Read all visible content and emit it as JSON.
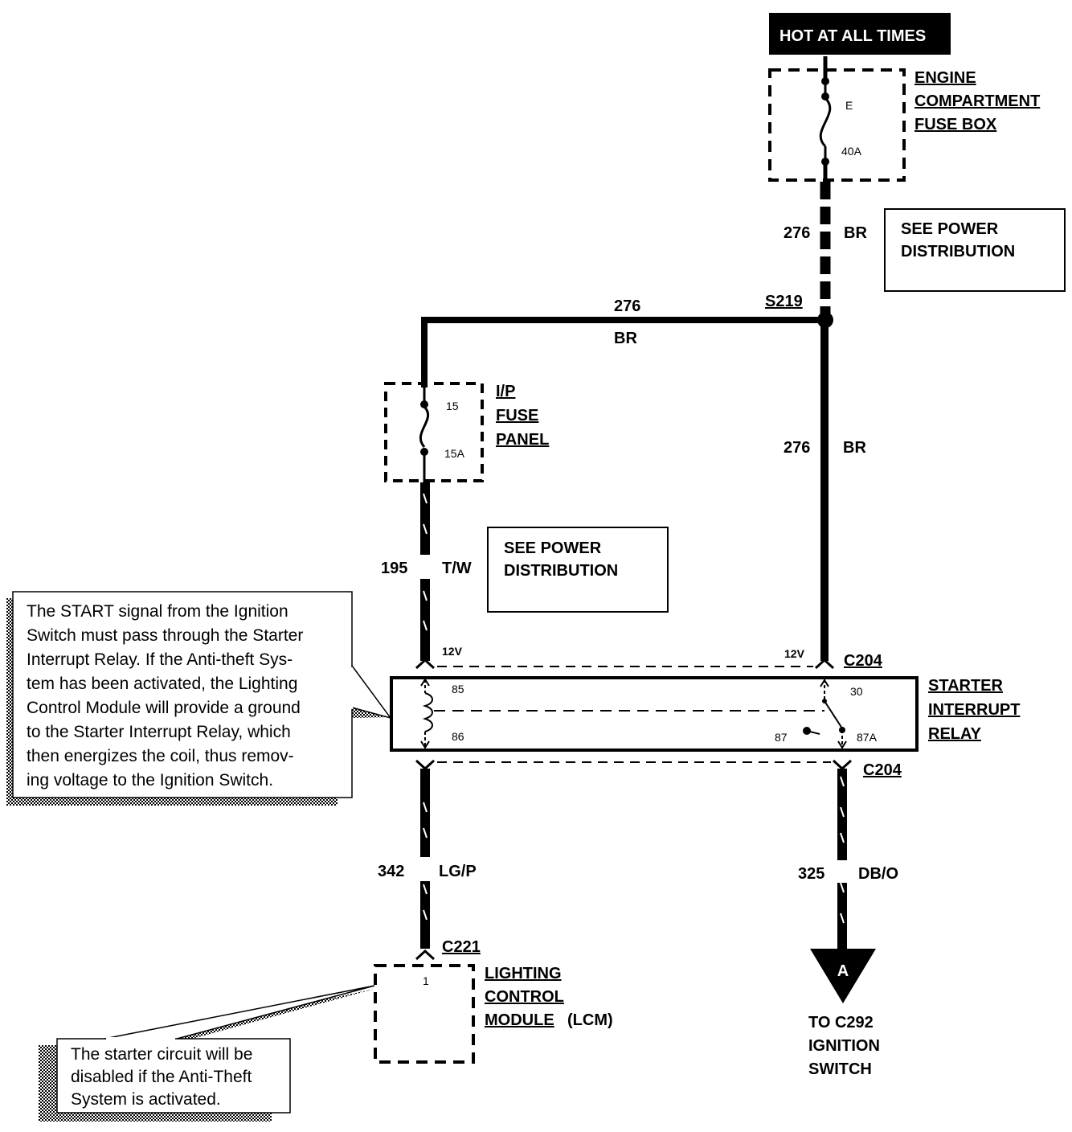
{
  "hot_banner": "HOT AT ALL TIMES",
  "engine_fuse_box": {
    "lines": [
      "ENGINE",
      "COMPARTMENT",
      "FUSE BOX"
    ],
    "fuse_id": "E",
    "fuse_rating": "40A"
  },
  "see_power_1": [
    "SEE POWER",
    "DISTRIBUTION"
  ],
  "see_power_2": [
    "SEE POWER",
    "DISTRIBUTION"
  ],
  "wire_276_top": {
    "num": "276",
    "color": "BR"
  },
  "splice": "S219",
  "wire_276_horiz": {
    "num": "276",
    "color": "BR"
  },
  "wire_276_right": {
    "num": "276",
    "color": "BR"
  },
  "ip_fuse_panel": {
    "lines": [
      "I/P",
      "FUSE",
      "PANEL"
    ],
    "fuse_id": "15",
    "fuse_rating": "15A"
  },
  "wire_195": {
    "num": "195",
    "color": "T/W"
  },
  "voltage_left": "12V",
  "voltage_right": "12V",
  "connector_c204_top": "C204",
  "connector_c204_bottom": "C204",
  "relay": {
    "lines": [
      "STARTER",
      "INTERRUPT",
      "RELAY"
    ],
    "pin_85": "85",
    "pin_86": "86",
    "pin_30": "30",
    "pin_87": "87",
    "pin_87a": "87A"
  },
  "wire_342": {
    "num": "342",
    "color": "LG/P"
  },
  "wire_325": {
    "num": "325",
    "color": "DB/O"
  },
  "connector_c221": "C221",
  "lcm": {
    "lines": [
      "LIGHTING",
      "CONTROL",
      "MODULE"
    ],
    "suffix": "(LCM)",
    "pin": "1"
  },
  "arrow_letter": "A",
  "destination": [
    "TO C292",
    "IGNITION",
    "SWITCH"
  ],
  "callout_top": [
    "The START signal from the Ignition",
    "Switch must pass through the Starter",
    "Interrupt Relay. If the Anti-theft Sys-",
    "tem has been activated, the Lighting",
    "Control Module will provide a ground",
    "to the Starter Interrupt Relay, which",
    "then energizes the coil, thus remov-",
    "ing voltage to the Ignition Switch."
  ],
  "callout_bottom": [
    "The starter circuit will be",
    "disabled if the Anti-Theft",
    "System is activated."
  ]
}
